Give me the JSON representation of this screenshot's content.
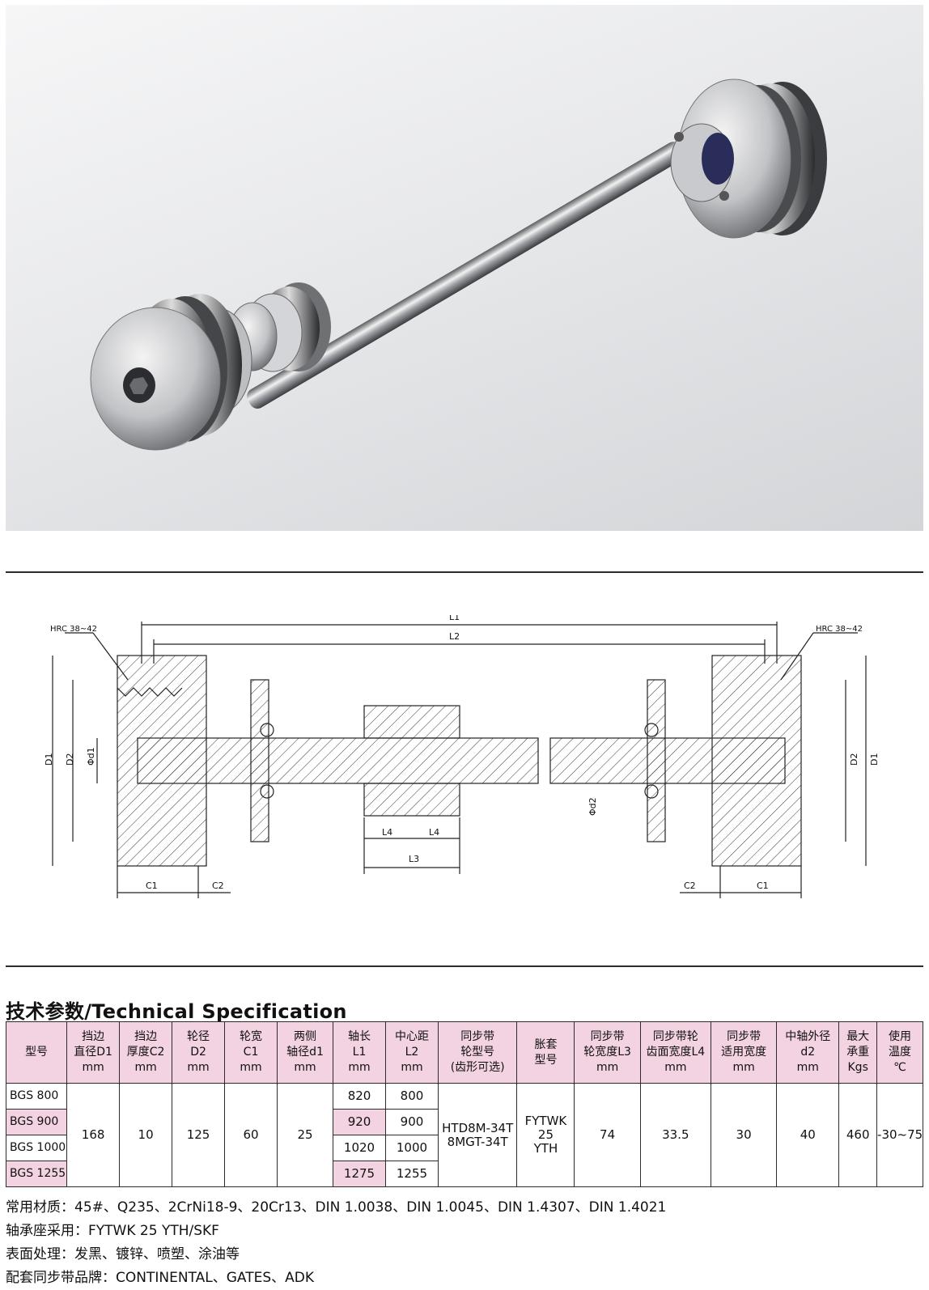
{
  "drawing": {
    "l1": "L1",
    "l2": "L2",
    "l3": "L3",
    "l4": "L4",
    "hrc_left": "HRC 38~42",
    "hrc_right": "HRC 38~42",
    "d1": "D1",
    "d2": "D2",
    "shaft_d1": "Φd1",
    "shaft_d2": "Φd2",
    "c1": "C1",
    "c2": "C2"
  },
  "spec": {
    "title": "技术参数/Technical Specification",
    "headers": [
      [
        "型号"
      ],
      [
        "挡边",
        "直径D1",
        "mm"
      ],
      [
        "挡边",
        "厚度C2",
        "mm"
      ],
      [
        "轮径",
        "D2",
        "mm"
      ],
      [
        "轮宽",
        "C1",
        "mm"
      ],
      [
        "两侧",
        "轴径d1",
        "mm"
      ],
      [
        "轴长",
        "L1",
        "mm"
      ],
      [
        "中心距",
        "L2",
        "mm"
      ],
      [
        "同步带",
        "轮型号",
        "(齿形可选)"
      ],
      [
        "胀套",
        "型号"
      ],
      [
        "同步带",
        "轮宽度L3",
        "mm"
      ],
      [
        "同步带轮",
        "齿面宽度L4",
        "mm"
      ],
      [
        "同步带",
        "适用宽度",
        "mm"
      ],
      [
        "中轴外径",
        "d2",
        "mm"
      ],
      [
        "最大",
        "承重",
        "Kgs"
      ],
      [
        "使用",
        "温度",
        "℃"
      ]
    ],
    "models": [
      "BGS 800",
      "BGS 900",
      "BGS 1000",
      "BGS 1255"
    ],
    "l1": [
      "820",
      "920",
      "1020",
      "1275"
    ],
    "l2": [
      "800",
      "900",
      "1000",
      "1255"
    ],
    "shared": {
      "d1": "168",
      "c2": "10",
      "d2": "125",
      "c1": "60",
      "shaft_d1": "25",
      "pulley_line1": "HTD8M-34T",
      "pulley_line2": "8MGT-34T",
      "sleeve_line1": "FYTWK",
      "sleeve_line2": "25",
      "sleeve_line3": "YTH",
      "l3": "74",
      "l4": "33.5",
      "belt_width": "30",
      "shaft_d2": "40",
      "max_load": "460",
      "temperature": "-30~75"
    }
  },
  "notes": [
    "常用材质：45#、Q235、2CrNi18-9、20Cr13、DIN 1.0038、DIN 1.0045、DIN 1.4307、DIN 1.4021",
    "轴承座采用：FYTWK 25 YTH/SKF",
    "表面处理：发黑、镀锌、喷塑、涂油等",
    "配套同步带品牌：CONTINENTAL、GATES、ADK"
  ]
}
